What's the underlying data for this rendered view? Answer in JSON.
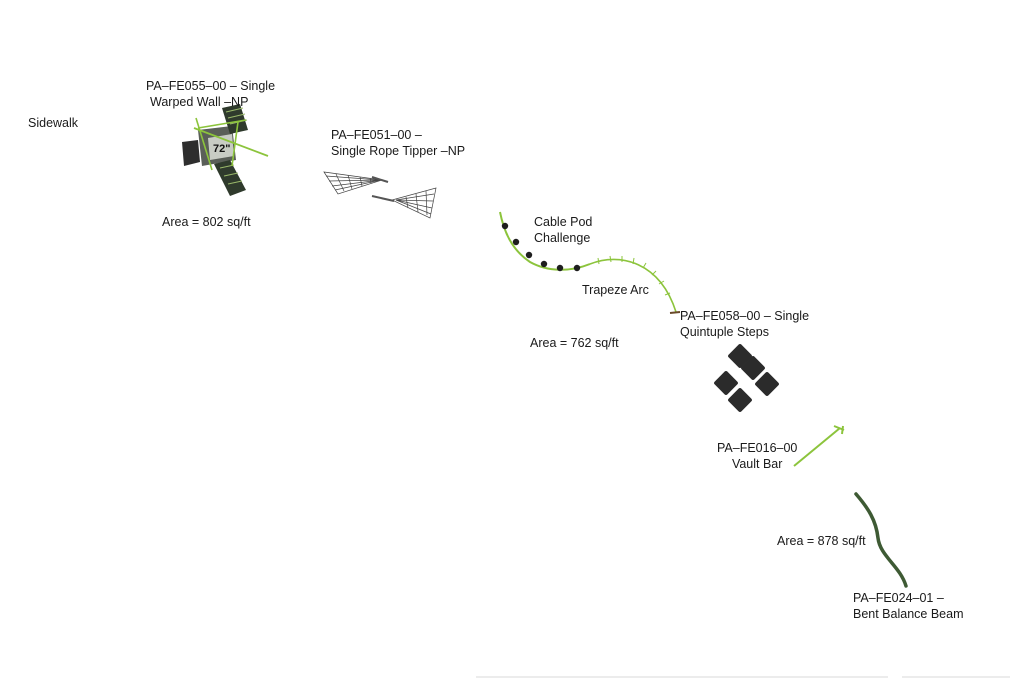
{
  "sidewalk": "Sidewalk",
  "stations": {
    "warped_wall": {
      "line1": "PA–FE055–00 – Single",
      "line2": "Warped Wall –NP",
      "height_badge": "72\""
    },
    "rope_tipper": {
      "line1": "PA–FE051–00 –",
      "line2": "Single Rope Tipper –NP"
    },
    "cable_pod": {
      "line1": "Cable Pod",
      "line2": "Challenge"
    },
    "trapeze": {
      "label": "Trapeze Arc"
    },
    "quintuple_steps": {
      "line1": "PA–FE058–00 – Single",
      "line2": "Quintuple Steps"
    },
    "vault_bar": {
      "line1": "PA–FE016–00",
      "line2": "Vault Bar"
    },
    "balance_beam": {
      "line1": "PA–FE024–01 –",
      "line2": "Bent Balance Beam"
    }
  },
  "areas": {
    "a1": "Area = 802 sq/ft",
    "a2": "Area = 762 sq/ft",
    "a3": "Area = 878 sq/ft"
  },
  "colors": {
    "lime": "#8cc43c",
    "dark_green": "#3e5a34",
    "dark": "#2b2b2b",
    "pod": "#1e1e1e"
  }
}
